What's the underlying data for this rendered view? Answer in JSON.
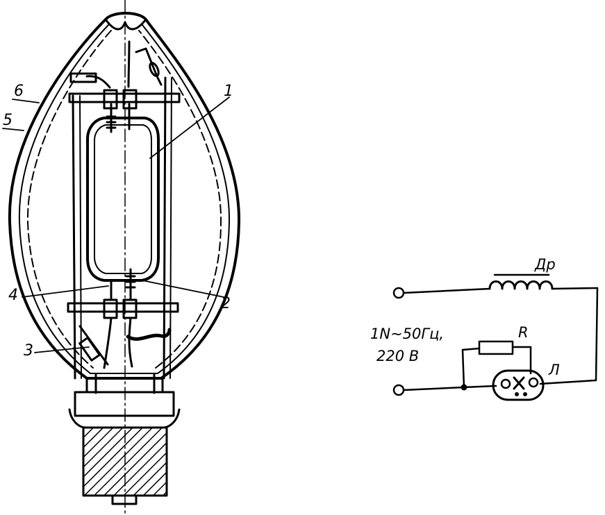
{
  "lamp": {
    "callouts": [
      "1",
      "2",
      "3",
      "4",
      "5",
      "6"
    ]
  },
  "circuit": {
    "choke_label": "Др",
    "resistor_label": "R",
    "lamp_label": "Л",
    "supply_line1": "1N~50Гц,",
    "supply_line2": "220 В"
  },
  "colors": {
    "ink": "#000000",
    "paper": "#ffffff"
  }
}
